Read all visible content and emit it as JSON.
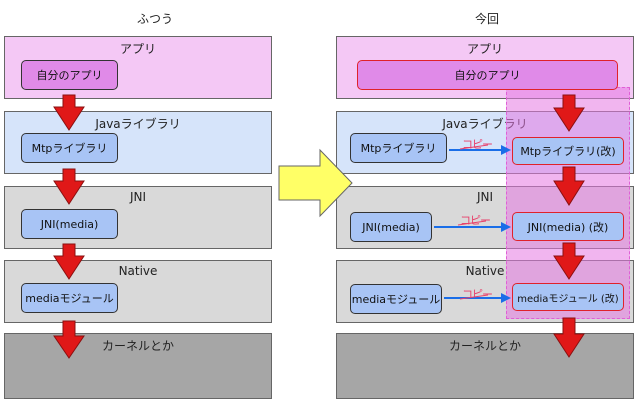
{
  "left": {
    "title": "ふつう",
    "layers": {
      "app": "アプリ",
      "java": "Javaライブラリ",
      "jni": "JNI",
      "native": "Native",
      "kernel": "カーネルとか"
    },
    "boxes": {
      "app": "自分のアプリ",
      "mtp": "Mtpライブラリ",
      "jni": "JNI(media)",
      "media": "mediaモジュール"
    }
  },
  "right": {
    "title": "今回",
    "layers": {
      "app": "アプリ",
      "java": "Javaライブラリ",
      "jni": "JNI",
      "native": "Native",
      "kernel": "カーネルとか"
    },
    "boxes": {
      "app": "自分のアプリ",
      "mtp": "Mtpライブラリ",
      "jni": "JNI(media)",
      "media": "mediaモジュール",
      "mtp_mod": "Mtpライブラリ(改)",
      "jni_mod": "JNI(media) (改)",
      "media_mod": "mediaモジュール (改)"
    },
    "copy_labels": [
      "コピー",
      "コピー",
      "コピー"
    ]
  },
  "colors": {
    "app_layer": "#f4c8f5",
    "java_layer": "#d6e4fa",
    "jni_layer": "#d9d9d9",
    "native_layer": "#d9d9d9",
    "kernel_layer": "#a6a6a6",
    "arrow_red": "#e01818",
    "arrow_yellow": "#ffff66",
    "copy_arrow": "#1a6ee8",
    "highlight": "#e58ae0"
  }
}
